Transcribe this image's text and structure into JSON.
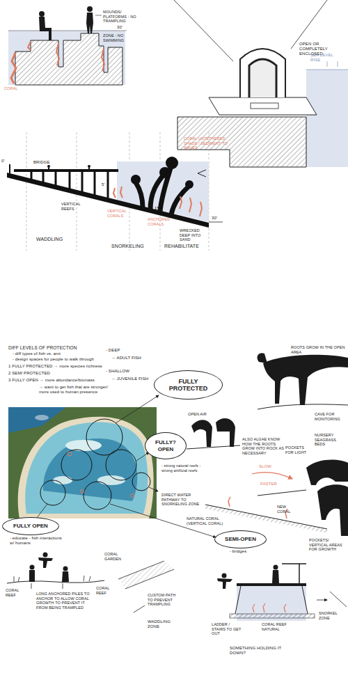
{
  "diagram": {
    "nodes": [
      {
        "text": [
          "FULLY PROTECTED"
        ]
      },
      {
        "text": [
          "FULLY? OPEN"
        ]
      },
      {
        "text": [
          "FULLY OPEN"
        ]
      },
      {
        "text": [
          "SEMI-OPEN"
        ]
      }
    ],
    "labels": [
      "MOUNDS/ PLATFORMS - NO TRAMPLING",
      "30'",
      "ZONE - NO SWIMMING",
      "CORAL",
      "OPEN OR COMPLETELY ENCLOSED",
      "SEA LEVEL RISE",
      "0'",
      "BRIDGE",
      "VERTICAL REEFS",
      "5'",
      "VERTICAL CORALS",
      "ANCHORED CORALS",
      "15'",
      "WRECKED DEEP INTO SAND",
      "CORAL UNTETHERED SHADE / SEDIMENT TO WAVES",
      "30'",
      "WADDLING",
      "SNORKELING",
      "REHABILITATE",
      "DIFF LEVELS OF PROTECTION",
      "- diff types of fish vs. amt",
      "- design spaces for people to walk through",
      "1 FULLY PROTECTED → more species richness",
      "2 SEMI PROTECTED",
      "3 FULLY OPEN → more abundance/biomass",
      "→ want to get fish that are stronger/ more used to human presence",
      "- DEEP",
      "→ ADULT FISH",
      "- SHALLOW",
      "→ JUVENILE FISH",
      "- strong natural reefs - strong artificial reefs",
      "DIRECT WATER PATHWAY TO SNORKELING ZONE",
      "- educate - fish interactions w/ humans",
      "- bridges",
      "OPEN AIR",
      "ROOTS GROW IN THE OPEN AREA",
      "CAVE FOR MONITORING",
      "ALSO ALGAE KNOW HOW THE ROOTS GROW INTO ROCK AS NECESSARY",
      "POCKETS FOR LIGHT",
      "NURSERY SEAGRASS BEDS",
      "SLOW",
      "FASTER",
      "NATURAL CORAL (VERTICAL CORAL)",
      "NEW CORAL",
      "POCKETS/ VERTICAL AREAS FOR GROWTH",
      "CORAL REEF",
      "LONG ANCHORED PILES TO ANCHOR TO ALLOW CORAL GROWTH TO PREVENT IT FROM BEING TRAMPLED",
      "CORAL REEF",
      "CORAL GARDEN",
      "CUSTOM PATH TO PREVENT TRAMPLING",
      "WADDLING ZONE",
      "LADDER / STAIRS TO GET OUT",
      "CORAL REEF NATURAL",
      "SOMETHING HOLDING IT DOWN?",
      "SNORKEL ZONE"
    ]
  }
}
